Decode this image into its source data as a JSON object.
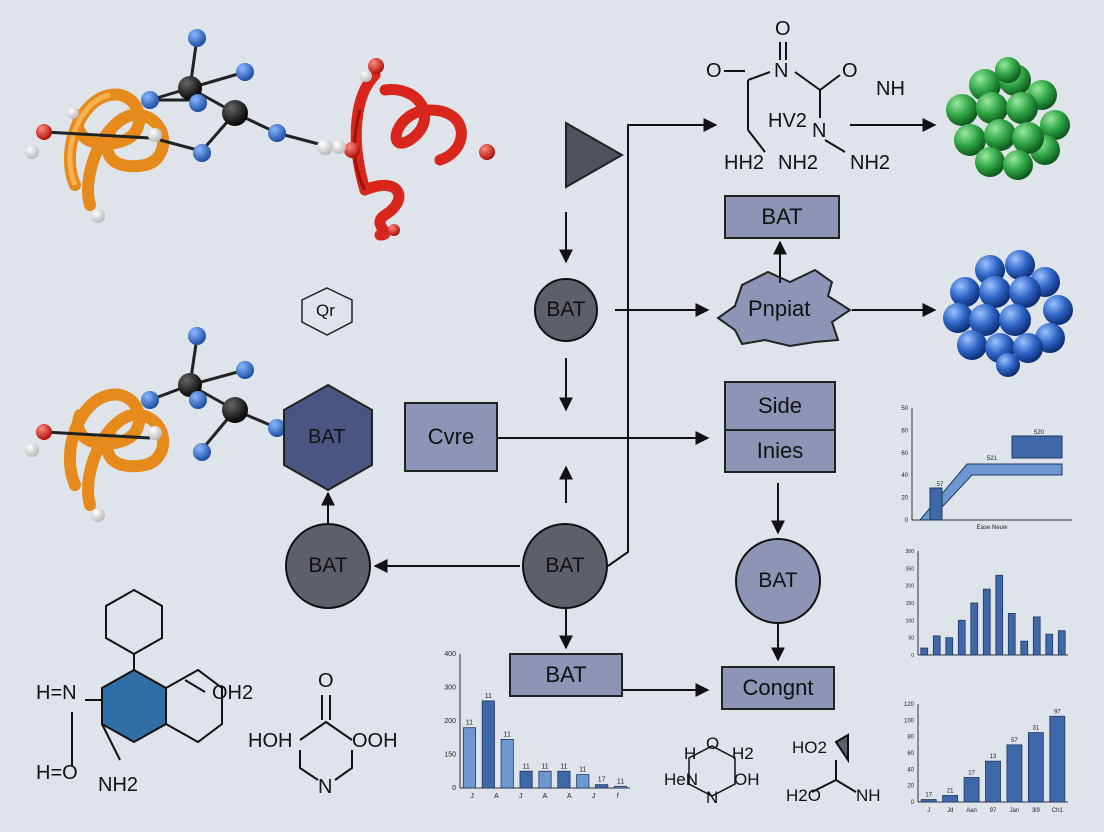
{
  "nodes": {
    "bat_top_right": "BAT",
    "bat_circle_top": "BAT",
    "pnpiat": "Pnpiat",
    "qr_hex": "Qr",
    "bat_hex": "BAT",
    "cvre": "Cvre",
    "side": "Side",
    "inies": "Inies",
    "bat_circle_left": "BAT",
    "bat_circle_center": "BAT",
    "bat_circle_right": "BAT",
    "bat_box_bottom": "BAT",
    "congnt": "Congnt"
  },
  "molecules": {
    "top_right": {
      "o_top": "O",
      "o_left": "O",
      "n_top": "N",
      "o_right": "O",
      "nh_right": "NH",
      "hv2": "HV2",
      "n_mid": "N",
      "hh2": "HH2",
      "nh2_a": "NH2",
      "nh2_b": "NH2"
    },
    "bottom_left": {
      "h_n": "H=N",
      "oh2": "OH2",
      "h_o": "H=O",
      "nh2": "NH2"
    },
    "bottom_mid": {
      "o": "O",
      "hoh": "HOH",
      "ooh": "OOH",
      "n": "N"
    },
    "small_ring": {
      "h": "H",
      "o_top": "O",
      "h2": "H2",
      "hen": "HeN",
      "oh": "OH",
      "n": "N"
    },
    "acid": {
      "ho2": "HO2",
      "h2o": "H2O",
      "nh": "NH"
    }
  },
  "chart_data": [
    {
      "type": "bar",
      "ylim": [
        0,
        400
      ],
      "yticks": [
        "400",
        "300",
        "200",
        "150",
        "0"
      ],
      "xticks": [
        "J",
        "A",
        "J",
        "A",
        "A",
        "J",
        "f"
      ],
      "series": [
        {
          "values": [
            180,
            260,
            145,
            50,
            50,
            50,
            40,
            10,
            5
          ]
        }
      ],
      "data_labels": [
        "11",
        "11",
        "11",
        "11",
        "11",
        "11",
        "11",
        "17",
        "11"
      ]
    },
    {
      "type": "area",
      "yticks": [
        "50",
        "60",
        "60",
        "40",
        "20",
        "0"
      ],
      "xlabel": "Ease Neuw",
      "data_labels": [
        "521",
        "520",
        "57"
      ]
    },
    {
      "type": "bar",
      "ylim": [
        0,
        300
      ],
      "yticks": [
        "300",
        "350",
        "200",
        "150",
        "100",
        "50",
        "0"
      ],
      "series": [
        {
          "values": [
            20,
            55,
            50,
            100,
            150,
            190,
            230,
            120,
            40,
            110,
            60,
            70
          ]
        }
      ]
    },
    {
      "type": "bar",
      "ylim": [
        0,
        120
      ],
      "yticks": [
        "120",
        "100",
        "80",
        "60",
        "40",
        "20",
        "0"
      ],
      "xticks": [
        "J",
        "Jd",
        "Aan",
        "97",
        "Jan",
        "3i9",
        "Ch1"
      ],
      "series": [
        {
          "values": [
            3,
            8,
            30,
            50,
            70,
            85,
            105
          ]
        }
      ],
      "data_labels": [
        "17",
        "21",
        "17",
        "13",
        "57",
        "31",
        "97"
      ]
    }
  ],
  "colors": {
    "background": "#dfe3ea",
    "box_fill": "#8e94b5",
    "hex_fill": "#4b5582",
    "dark_circle": "#5d6068",
    "bar_blue": "#3f68a8",
    "bar_light": "#6d97cf",
    "helix_orange": "#f09a2a",
    "helix_red": "#d8261c",
    "sphere_green": "#2fa544",
    "sphere_blue": "#2f66c7"
  }
}
